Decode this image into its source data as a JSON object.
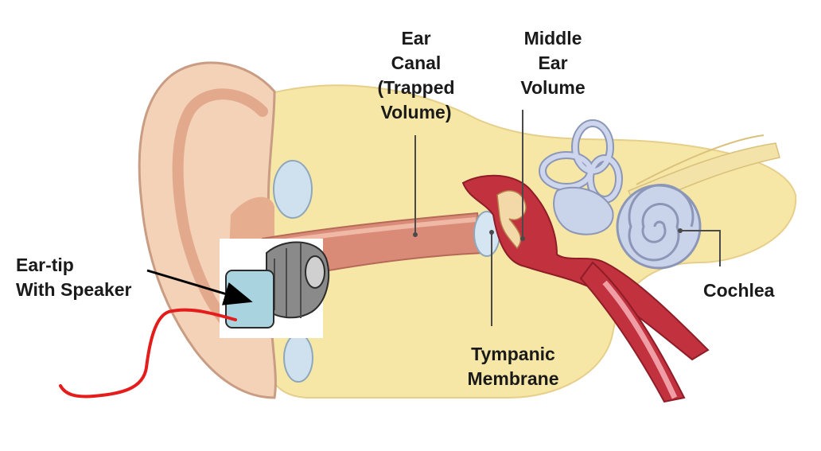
{
  "labels": {
    "ear_canal": [
      "Ear",
      "Canal",
      "(Trapped",
      "Volume)"
    ],
    "middle_ear": [
      "Middle",
      "Ear",
      "Volume"
    ],
    "ear_tip": [
      "Ear-tip",
      "With Speaker"
    ],
    "tympanic": [
      "Tympanic",
      "Membrane"
    ],
    "cochlea": [
      "Cochlea"
    ]
  },
  "colors": {
    "skin": "#f3d2b8",
    "skin_dark": "#e7ad8f",
    "bone": "#f6e7a6",
    "canal": "#d98b78",
    "middle_ear": "#c2313e",
    "inner_ear": "#c9d3ea",
    "nerve": "#f4e3a8",
    "cable": "#e41c1c"
  }
}
